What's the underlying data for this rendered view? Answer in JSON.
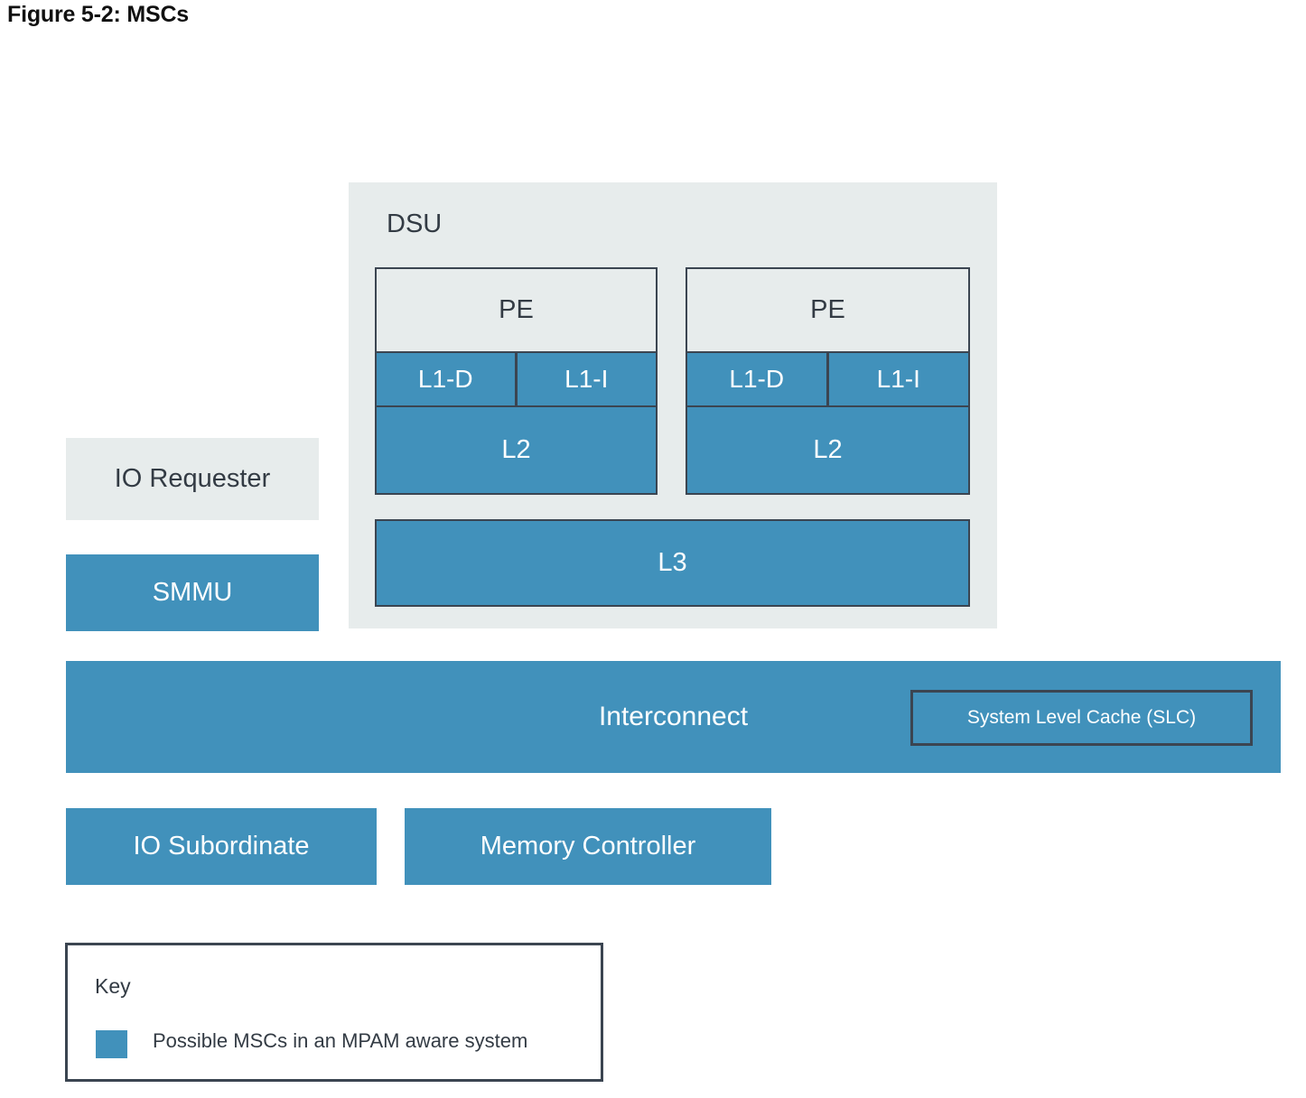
{
  "figure": {
    "title": "Figure 5-2: MSCs"
  },
  "colors": {
    "msc_blue": "#4191bb",
    "panel_gray": "#e7ecec",
    "border_dark": "#3b4551",
    "text_dark": "#333b44",
    "text_light": "#ffffff",
    "page_background": "#ffffff"
  },
  "diagram": {
    "dsu": {
      "label": "DSU",
      "pe_clusters": [
        {
          "pe_label": "PE",
          "l1_caches": [
            {
              "label": "L1-D"
            },
            {
              "label": "L1-I"
            }
          ],
          "l2_label": "L2"
        },
        {
          "pe_label": "PE",
          "l1_caches": [
            {
              "label": "L1-D"
            },
            {
              "label": "L1-I"
            }
          ],
          "l2_label": "L2"
        }
      ],
      "l3_label": "L3"
    },
    "left_column": {
      "io_requester_label": "IO Requester",
      "smmu_label": "SMMU"
    },
    "interconnect": {
      "label": "Interconnect",
      "slc_label": "System Level Cache (SLC)"
    },
    "bottom_row": {
      "io_subordinate_label": "IO Subordinate",
      "memory_controller_label": "Memory Controller"
    },
    "key": {
      "title": "Key",
      "legend_label": "Possible MSCs in an MPAM aware system"
    }
  }
}
